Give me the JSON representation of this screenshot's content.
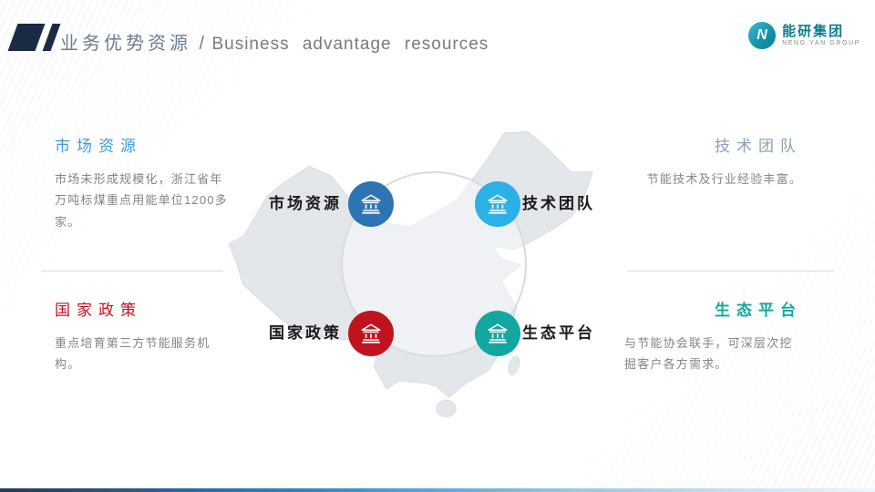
{
  "header": {
    "title_cn": "业务优势资源",
    "separator": "/",
    "title_en": "Business advantage resources"
  },
  "logo": {
    "mark": "N",
    "company_cn": "能研集团",
    "company_en": "NENG YAN GROUP"
  },
  "sections": {
    "market": {
      "title": "市场资源",
      "body": "市场未形成规模化，浙江省年万吨标煤重点用能单位1200多家。",
      "color": "#3f9bd8"
    },
    "tech": {
      "title": "技术团队",
      "body": "节能技术及行业经验丰富。",
      "color": "#8aa0b8"
    },
    "policy": {
      "title": "国家政策",
      "body": "重点培育第三方节能服务机构。",
      "color": "#c1121f"
    },
    "eco": {
      "title": "生态平台",
      "body": "与节能协会联手，可深层次挖掘客户各方需求。",
      "color": "#12a7a1"
    }
  },
  "diagram": {
    "nodes": [
      {
        "label": "市场资源",
        "icon": "bank-icon",
        "color": "#2e74b5",
        "position": "top-left"
      },
      {
        "label": "技术团队",
        "icon": "bank-icon",
        "color": "#2bb0e8",
        "position": "top-right"
      },
      {
        "label": "国家政策",
        "icon": "bank-icon",
        "color": "#c1121f",
        "position": "bottom-left"
      },
      {
        "label": "生态平台",
        "icon": "bank-icon",
        "color": "#12a7a1",
        "position": "bottom-right"
      }
    ],
    "map": "china",
    "map_color": "#e3e6eb",
    "ring_color": "#d8dbe0"
  },
  "footer": {
    "accent_gradient": [
      "#1e3c5f",
      "#2f86c4",
      "#eef7fc"
    ]
  }
}
